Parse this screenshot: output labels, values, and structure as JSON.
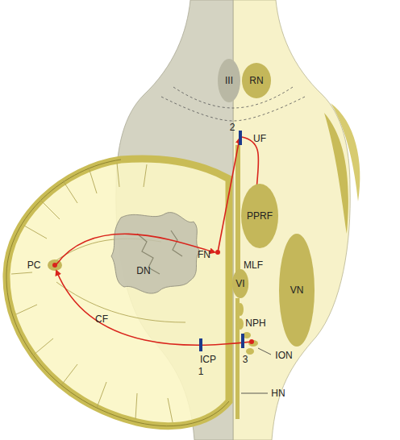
{
  "diagram": {
    "nodes": [
      {
        "text": [
          "III"
        ]
      },
      {
        "text": [
          "RN"
        ]
      },
      {
        "text": [
          "PPRF"
        ]
      },
      {
        "text": [
          "VI"
        ]
      },
      {
        "text": [
          "VN"
        ]
      }
    ],
    "labels": [
      "UF",
      "2",
      "FN",
      "MLF",
      "DN",
      "NPH",
      "PC",
      "CF",
      "ICP",
      "1",
      "3",
      "ION",
      "HN"
    ]
  }
}
